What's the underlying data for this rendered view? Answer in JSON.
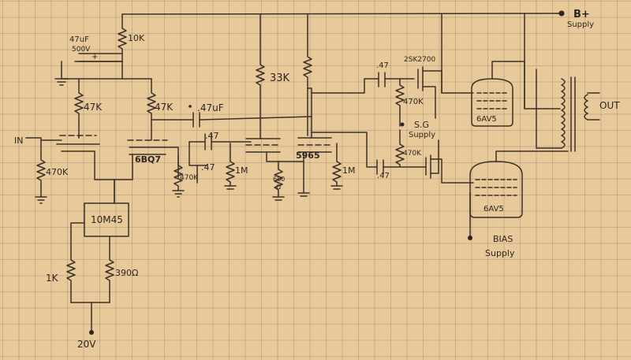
{
  "labels": {
    "b_plus": "B+",
    "supply_b": "Supply",
    "cap_filter_value": "47uF",
    "cap_filter_voltage": "500V",
    "plus": "+",
    "r_10k": "10K",
    "r_47k_a": "47K",
    "r_47k_b": "47K",
    "cap_coupling_47uf": ".47uF",
    "r_33k": "33K",
    "cap_047_a": ".47",
    "cap_047_b": ".47",
    "cap_047_c": ".47",
    "cap_047_d": ".47",
    "mosfet": "2SK2700",
    "r_470k_a": "470K",
    "r_470k_b": "470K",
    "r_470k_c": "470K",
    "r_470k_d": "470K",
    "sg_line1": "S.G",
    "sg_line2": "Supply",
    "tube_6av5_a": "6AV5",
    "tube_6av5_b": "6AV5",
    "out": "OUT",
    "in": "IN",
    "tube_6bq7": "6BQ7",
    "r_1m_a": "1M",
    "r_1m_b": "1M",
    "r_680": "680",
    "omega": "Ω",
    "tube_5965": "5965",
    "reg_10m45": "10M45",
    "r_1k": "1K",
    "r_390": "390Ω",
    "bias_line1": "BIAS",
    "bias_line2": "Supply",
    "v_20": "20V"
  }
}
